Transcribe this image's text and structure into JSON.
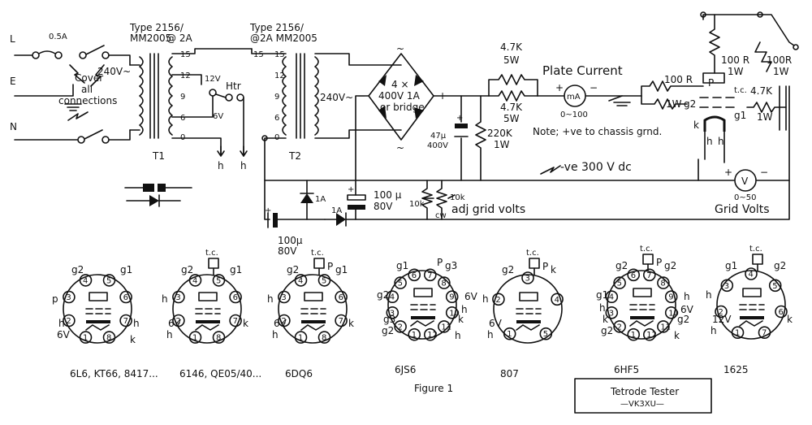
{
  "mains": {
    "live": "L",
    "earth": "E",
    "neutral": "N",
    "fuse": "0.5A",
    "cover_note": [
      "Cover",
      "all",
      "connections"
    ],
    "voltage_primary": "240V~"
  },
  "t1": {
    "type": [
      "Type 2156/",
      "MM2005",
      "@ 2A"
    ],
    "label": "T1",
    "taps": [
      "15",
      "12",
      "9",
      "6",
      "0"
    ],
    "htr_label": "Htr",
    "htr_12v": "12V",
    "htr_6v": "6V",
    "heater_h1": "h",
    "heater_h2": "h"
  },
  "t2": {
    "type": [
      "Type 2156/",
      "@2A MM2005"
    ],
    "label": "T2",
    "taps": [
      "15",
      "12",
      "9",
      "6",
      "0"
    ],
    "voltage": "240V~"
  },
  "bridge": {
    "text": [
      "4 ×",
      "400V 1A",
      "or bridge"
    ],
    "plus": "+",
    "minus": "−",
    "ac1": "~",
    "ac2": "~"
  },
  "plate": {
    "r1": [
      "4.7K",
      "5W"
    ],
    "r2": [
      "4.7K",
      "5W"
    ],
    "title": "Plate Current",
    "meter": "mA",
    "meter_range": "0~100",
    "meter_plus": "+",
    "meter_minus": "−",
    "note": "Note; +ve to chassis grnd.",
    "cap": [
      "47µ",
      "400V"
    ],
    "r_bleed": [
      "220K",
      "1W"
    ]
  },
  "screen": {
    "r_plate": [
      "100 R",
      "1W"
    ],
    "plate_label": "P",
    "r_tc": [
      "100R",
      "1W"
    ],
    "tc_label": "t.c.",
    "r_g2": [
      "100 R",
      "1W"
    ],
    "g2_label": "g2",
    "r_g1": [
      "4.7K",
      "1W"
    ],
    "g1_label": "g1",
    "k_label": "k",
    "h1": "h",
    "h2": "h"
  },
  "negative": {
    "rail": "-ve 300 V dc",
    "cap": [
      "100 µ",
      "80V"
    ],
    "cap2": [
      "100µ",
      "80V"
    ],
    "d1": "1A",
    "d2": "1A",
    "pot1": "10k",
    "pot2": "10k",
    "cw": "cw",
    "adj": "adj grid volts",
    "meter": "V",
    "meter_range": "0~50",
    "meter_title": "Grid Volts",
    "plus": "+",
    "minus": "−"
  },
  "tubes": [
    {
      "name": "6L6, KT66, 8417...",
      "pins": [
        "1",
        "2",
        "3",
        "4",
        "5",
        "6",
        "7",
        "8"
      ],
      "labels": [
        "g2",
        "g1",
        "p",
        "h",
        "6V",
        "h",
        "k"
      ]
    },
    {
      "name": "6146, QE05/40...",
      "tc": "t.c.",
      "pins": [
        "1",
        "2",
        "3",
        "4",
        "5",
        "6",
        "7",
        "8"
      ],
      "labels": [
        "g2",
        "g1",
        "h",
        "6V",
        "h",
        "k"
      ]
    },
    {
      "name": "6DQ6",
      "tc": "t.c.",
      "p": "P",
      "pins": [
        "1",
        "2",
        "3",
        "4",
        "5",
        "6",
        "7",
        "8"
      ],
      "labels": [
        "g2",
        "g1",
        "h",
        "6V",
        "h",
        "k"
      ]
    },
    {
      "name": "6JS6",
      "p": "P",
      "pins": [
        "1",
        "2",
        "3",
        "4",
        "5",
        "6",
        "7",
        "8",
        "9",
        "10",
        "11",
        "12"
      ],
      "labels": [
        "g1",
        "g3",
        "g2",
        "g3",
        "g2",
        "k",
        "h",
        "6V",
        "h"
      ]
    },
    {
      "name": "807",
      "tc": "t.c.",
      "p": "P",
      "pins": [
        "1",
        "2",
        "3",
        "4",
        "5"
      ],
      "labels": [
        "g2",
        "k",
        "h",
        "6V",
        "h"
      ]
    },
    {
      "name": "6HF5",
      "tc": "t.c.",
      "p": "P",
      "pins": [
        "1",
        "2",
        "3",
        "4",
        "5",
        "6",
        "7",
        "8",
        "9",
        "10",
        "11",
        "12"
      ],
      "labels": [
        "g2",
        "g2",
        "g1",
        "k",
        "g2",
        "g2",
        "k",
        "h",
        "6V",
        "h"
      ]
    },
    {
      "name": "1625",
      "tc": "t.c.",
      "pins": [
        "1",
        "2",
        "3",
        "4",
        "5",
        "6",
        "7"
      ],
      "labels": [
        "g1",
        "g2",
        "h",
        "12V",
        "h",
        "k"
      ]
    }
  ],
  "figure": "Figure 1",
  "titlebox": {
    "title": "Tetrode Tester",
    "call": "—VK3XU—"
  }
}
